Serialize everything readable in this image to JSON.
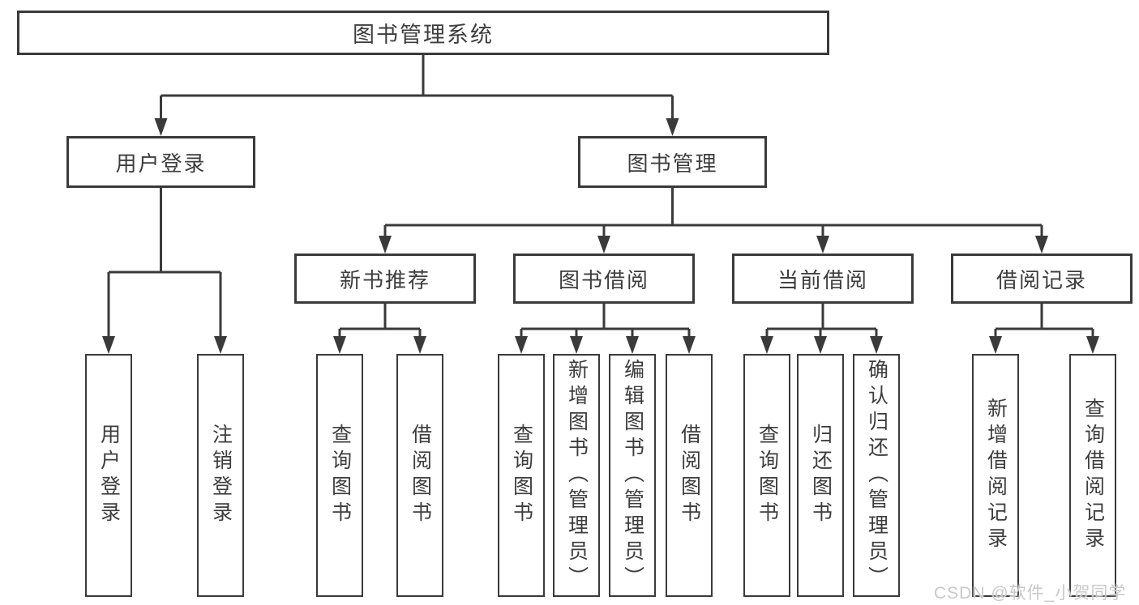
{
  "title": {
    "label": "图书管理系统"
  },
  "branches": {
    "user_login": {
      "label": "用户登录",
      "children": [
        {
          "label": "用户登录"
        },
        {
          "label": "注销登录"
        }
      ]
    },
    "book_management": {
      "label": "图书管理",
      "sections": [
        {
          "label": "新书推荐",
          "children": [
            {
              "label": "查询图书"
            },
            {
              "label": "借阅图书"
            }
          ]
        },
        {
          "label": "图书借阅",
          "children": [
            {
              "label": "查询图书"
            },
            {
              "label": "新增图书（管理员）"
            },
            {
              "label": "编辑图书（管理员）"
            },
            {
              "label": "借阅图书"
            }
          ]
        },
        {
          "label": "当前借阅",
          "children": [
            {
              "label": "查询图书"
            },
            {
              "label": "归还图书"
            },
            {
              "label": "确认归还（管理员）"
            }
          ]
        },
        {
          "label": "借阅记录",
          "children": [
            {
              "label": "新增借阅记录"
            },
            {
              "label": "查询借阅记录"
            }
          ]
        }
      ]
    }
  },
  "watermark": {
    "text": "CSDN @软件_小贺同学"
  },
  "colors": {
    "line": "#3a3a3a",
    "text": "#3d3d3d",
    "watermark": "#c9c9c9",
    "background": "#ffffff"
  }
}
